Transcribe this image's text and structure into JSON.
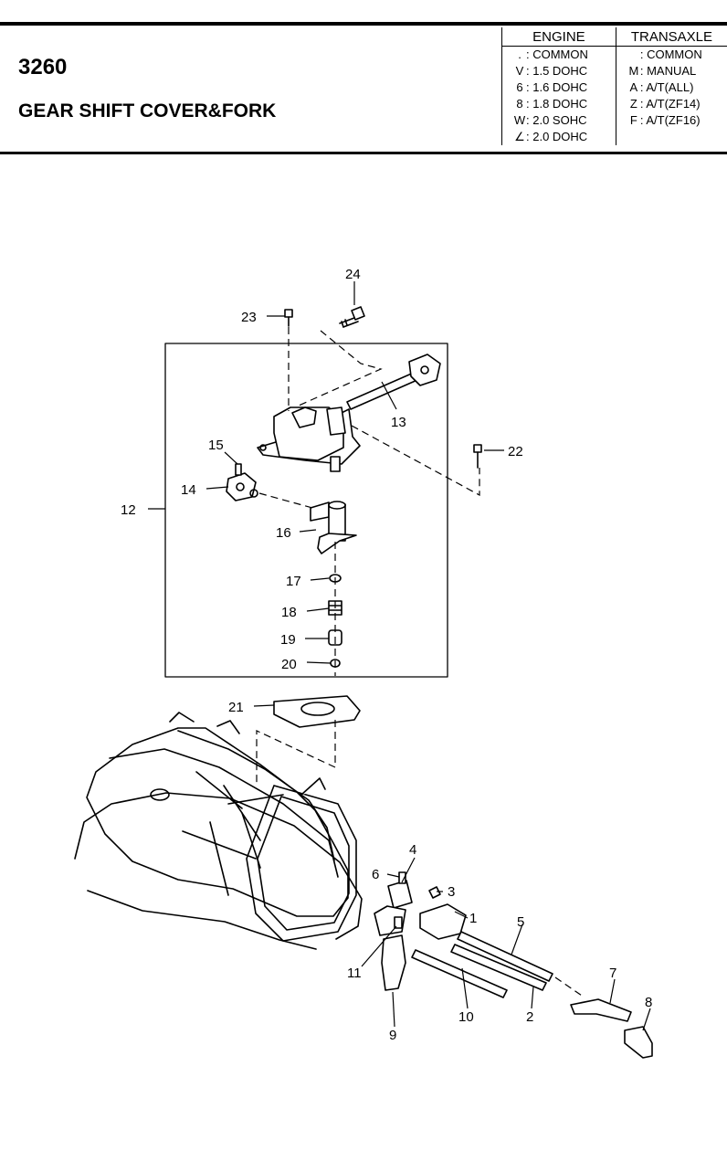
{
  "header": {
    "part_number": "3260",
    "title": "GEAR SHIFT COVER&FORK"
  },
  "engine": {
    "heading": "ENGINE",
    "rows": [
      {
        "code": ".",
        "text": ": COMMON"
      },
      {
        "code": "V",
        "text": ": 1.5 DOHC"
      },
      {
        "code": "6",
        "text": ": 1.6 DOHC"
      },
      {
        "code": "8",
        "text": ": 1.8 DOHC"
      },
      {
        "code": "W",
        "text": ": 2.0 SOHC"
      },
      {
        "code": "∠",
        "text": ": 2.0 DOHC"
      }
    ]
  },
  "transaxle": {
    "heading": "TRANSAXLE",
    "rows": [
      {
        "code": "",
        "text": ": COMMON"
      },
      {
        "code": "M",
        "text": ": MANUAL"
      },
      {
        "code": "A",
        "text": ": A/T(ALL)"
      },
      {
        "code": "Z",
        "text": ": A/T(ZF14)"
      },
      {
        "code": "F",
        "text": ": A/T(ZF16)"
      }
    ]
  },
  "diagram": {
    "callouts": [
      "1",
      "2",
      "3",
      "4",
      "5",
      "6",
      "7",
      "8",
      "9",
      "10",
      "11",
      "12",
      "13",
      "14",
      "15",
      "16",
      "17",
      "18",
      "19",
      "20",
      "21",
      "22",
      "23",
      "24"
    ]
  }
}
